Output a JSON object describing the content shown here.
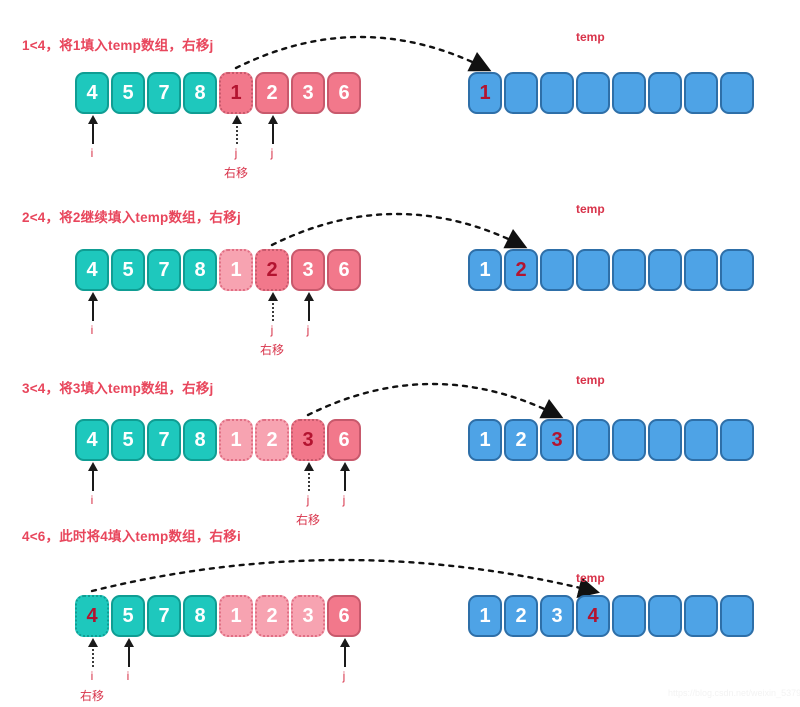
{
  "meta": {
    "watermark": "https://blog.csdn.net/weixin_53792195"
  },
  "temp_label": "temp",
  "shift_label": "右移",
  "pointer_i": "i",
  "pointer_j": "j",
  "rows": [
    {
      "caption": "1<4，将1填入temp数组，右移j",
      "source": [
        {
          "value": "4",
          "color": "teal",
          "state": "normal"
        },
        {
          "value": "5",
          "color": "teal",
          "state": "normal"
        },
        {
          "value": "7",
          "color": "teal",
          "state": "normal"
        },
        {
          "value": "8",
          "color": "teal",
          "state": "normal"
        },
        {
          "value": "1",
          "color": "pink",
          "state": "active"
        },
        {
          "value": "2",
          "color": "pink",
          "state": "normal"
        },
        {
          "value": "3",
          "color": "pink",
          "state": "normal"
        },
        {
          "value": "6",
          "color": "pink",
          "state": "normal"
        }
      ],
      "temp": [
        {
          "value": "1",
          "state": "new"
        },
        {
          "value": "",
          "state": "empty"
        },
        {
          "value": "",
          "state": "empty"
        },
        {
          "value": "",
          "state": "empty"
        },
        {
          "value": "",
          "state": "empty"
        },
        {
          "value": "",
          "state": "empty"
        },
        {
          "value": "",
          "state": "empty"
        },
        {
          "value": "",
          "state": "empty"
        }
      ],
      "pointers": [
        {
          "label": "i",
          "index": 0,
          "style": "solid"
        },
        {
          "label": "j",
          "index": 4,
          "style": "dotted",
          "shift": "右移"
        },
        {
          "label": "j",
          "index": 5,
          "style": "solid"
        }
      ],
      "arrow": {
        "from_index": 4,
        "to_index": 0
      }
    },
    {
      "caption": "2<4，将2继续填入temp数组，右移j",
      "source": [
        {
          "value": "4",
          "color": "teal",
          "state": "normal"
        },
        {
          "value": "5",
          "color": "teal",
          "state": "normal"
        },
        {
          "value": "7",
          "color": "teal",
          "state": "normal"
        },
        {
          "value": "8",
          "color": "teal",
          "state": "normal"
        },
        {
          "value": "1",
          "color": "pink",
          "state": "faded"
        },
        {
          "value": "2",
          "color": "pink",
          "state": "active"
        },
        {
          "value": "3",
          "color": "pink",
          "state": "normal"
        },
        {
          "value": "6",
          "color": "pink",
          "state": "normal"
        }
      ],
      "temp": [
        {
          "value": "1",
          "state": "filled"
        },
        {
          "value": "2",
          "state": "new"
        },
        {
          "value": "",
          "state": "empty"
        },
        {
          "value": "",
          "state": "empty"
        },
        {
          "value": "",
          "state": "empty"
        },
        {
          "value": "",
          "state": "empty"
        },
        {
          "value": "",
          "state": "empty"
        },
        {
          "value": "",
          "state": "empty"
        }
      ],
      "pointers": [
        {
          "label": "i",
          "index": 0,
          "style": "solid"
        },
        {
          "label": "j",
          "index": 5,
          "style": "dotted",
          "shift": "右移"
        },
        {
          "label": "j",
          "index": 6,
          "style": "solid"
        }
      ],
      "arrow": {
        "from_index": 5,
        "to_index": 1
      }
    },
    {
      "caption": "3<4，将3填入temp数组，右移j",
      "source": [
        {
          "value": "4",
          "color": "teal",
          "state": "normal"
        },
        {
          "value": "5",
          "color": "teal",
          "state": "normal"
        },
        {
          "value": "7",
          "color": "teal",
          "state": "normal"
        },
        {
          "value": "8",
          "color": "teal",
          "state": "normal"
        },
        {
          "value": "1",
          "color": "pink",
          "state": "faded"
        },
        {
          "value": "2",
          "color": "pink",
          "state": "faded"
        },
        {
          "value": "3",
          "color": "pink",
          "state": "active"
        },
        {
          "value": "6",
          "color": "pink",
          "state": "normal"
        }
      ],
      "temp": [
        {
          "value": "1",
          "state": "filled"
        },
        {
          "value": "2",
          "state": "filled"
        },
        {
          "value": "3",
          "state": "new"
        },
        {
          "value": "",
          "state": "empty"
        },
        {
          "value": "",
          "state": "empty"
        },
        {
          "value": "",
          "state": "empty"
        },
        {
          "value": "",
          "state": "empty"
        },
        {
          "value": "",
          "state": "empty"
        }
      ],
      "pointers": [
        {
          "label": "i",
          "index": 0,
          "style": "solid"
        },
        {
          "label": "j",
          "index": 6,
          "style": "dotted",
          "shift": "右移"
        },
        {
          "label": "j",
          "index": 7,
          "style": "solid"
        }
      ],
      "arrow": {
        "from_index": 6,
        "to_index": 2
      }
    },
    {
      "caption": "4<6，此时将4填入temp数组，右移i",
      "source": [
        {
          "value": "4",
          "color": "teal",
          "state": "active"
        },
        {
          "value": "5",
          "color": "teal",
          "state": "normal"
        },
        {
          "value": "7",
          "color": "teal",
          "state": "normal"
        },
        {
          "value": "8",
          "color": "teal",
          "state": "normal"
        },
        {
          "value": "1",
          "color": "pink",
          "state": "faded"
        },
        {
          "value": "2",
          "color": "pink",
          "state": "faded"
        },
        {
          "value": "3",
          "color": "pink",
          "state": "faded"
        },
        {
          "value": "6",
          "color": "pink",
          "state": "normal"
        }
      ],
      "temp": [
        {
          "value": "1",
          "state": "filled"
        },
        {
          "value": "2",
          "state": "filled"
        },
        {
          "value": "3",
          "state": "filled"
        },
        {
          "value": "4",
          "state": "new"
        },
        {
          "value": "",
          "state": "empty"
        },
        {
          "value": "",
          "state": "empty"
        },
        {
          "value": "",
          "state": "empty"
        },
        {
          "value": "",
          "state": "empty"
        }
      ],
      "pointers": [
        {
          "label": "i",
          "index": 0,
          "style": "dotted",
          "shift": "右移"
        },
        {
          "label": "i",
          "index": 1,
          "style": "solid"
        },
        {
          "label": "j",
          "index": 7,
          "style": "solid"
        }
      ],
      "arrow": {
        "from_index": 0,
        "to_index": 3
      }
    }
  ]
}
